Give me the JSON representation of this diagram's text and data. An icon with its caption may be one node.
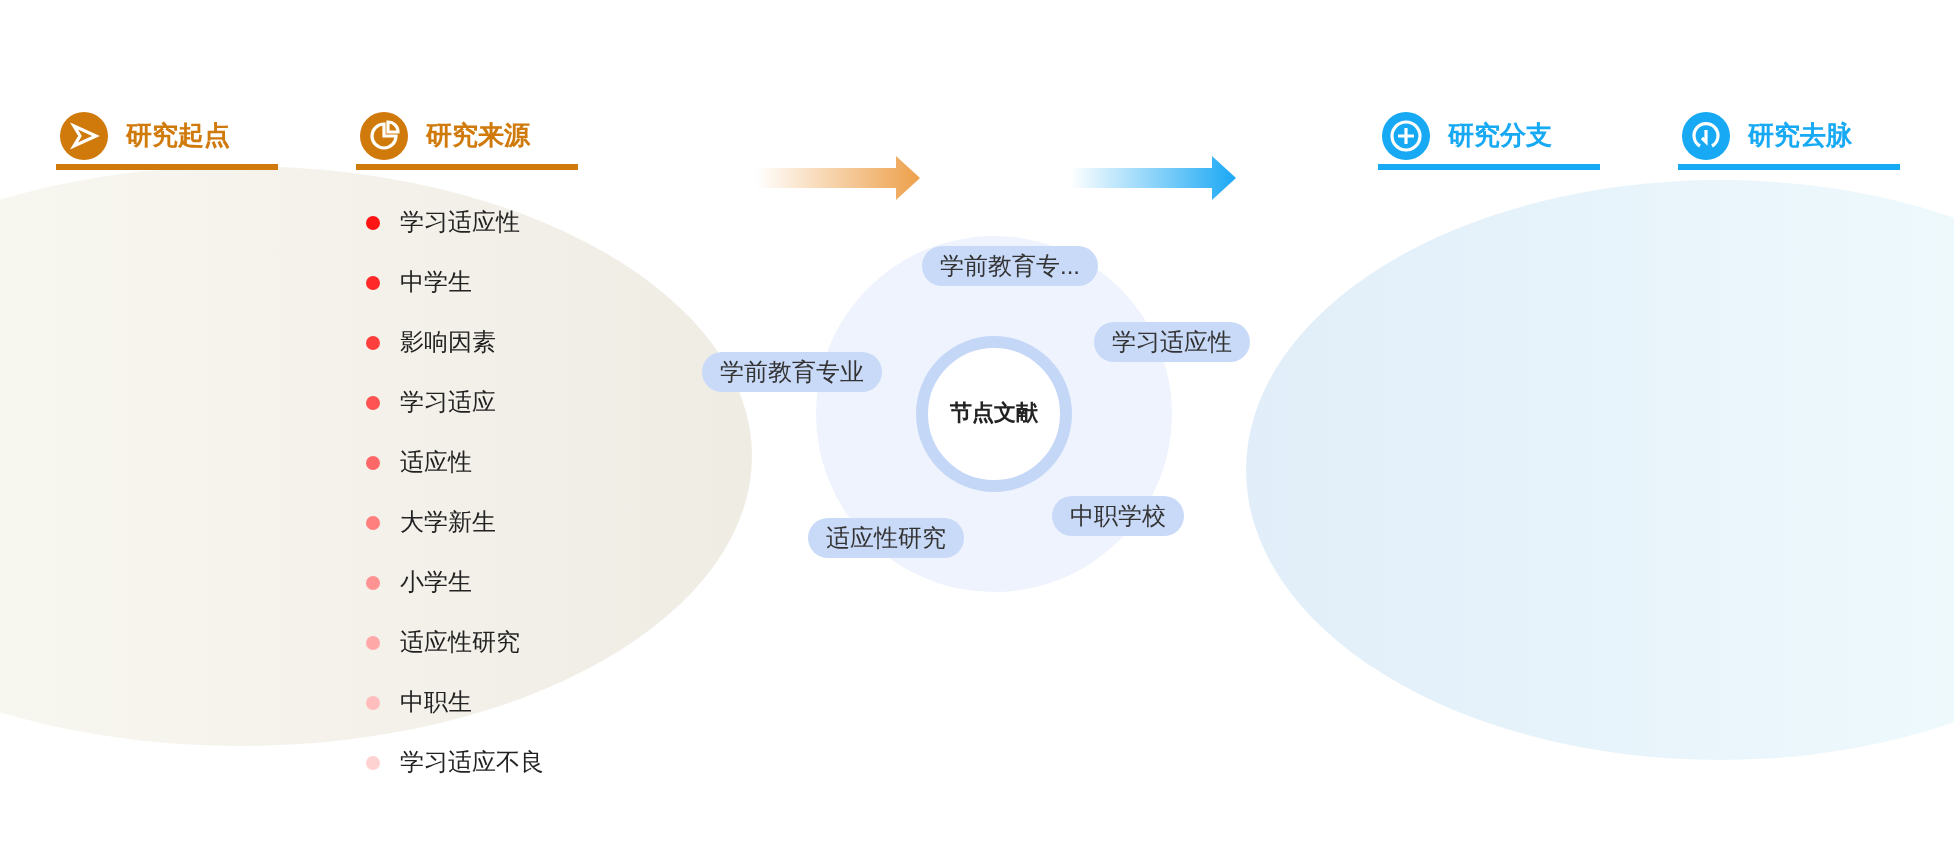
{
  "diagram": {
    "nodes": [
      {
        "text": [
          "研究起点"
        ]
      },
      {
        "text": [
          "研究来源"
        ]
      },
      {
        "text": [
          "研究分支"
        ]
      },
      {
        "text": [
          "研究去脉"
        ]
      },
      {
        "text": [
          "节点文献"
        ]
      },
      {
        "text": [
          "学前教育专..."
        ]
      },
      {
        "text": [
          "学习适应性"
        ]
      },
      {
        "text": [
          "学前教育专业"
        ]
      },
      {
        "text": [
          "中职学校"
        ]
      },
      {
        "text": [
          "适应性研究"
        ]
      }
    ],
    "labels": [
      "学习适应性",
      "中学生",
      "影响因素",
      "学习适应",
      "适应性",
      "大学新生",
      "小学生",
      "适应性研究",
      "中职生",
      "学习适应不良"
    ]
  }
}
